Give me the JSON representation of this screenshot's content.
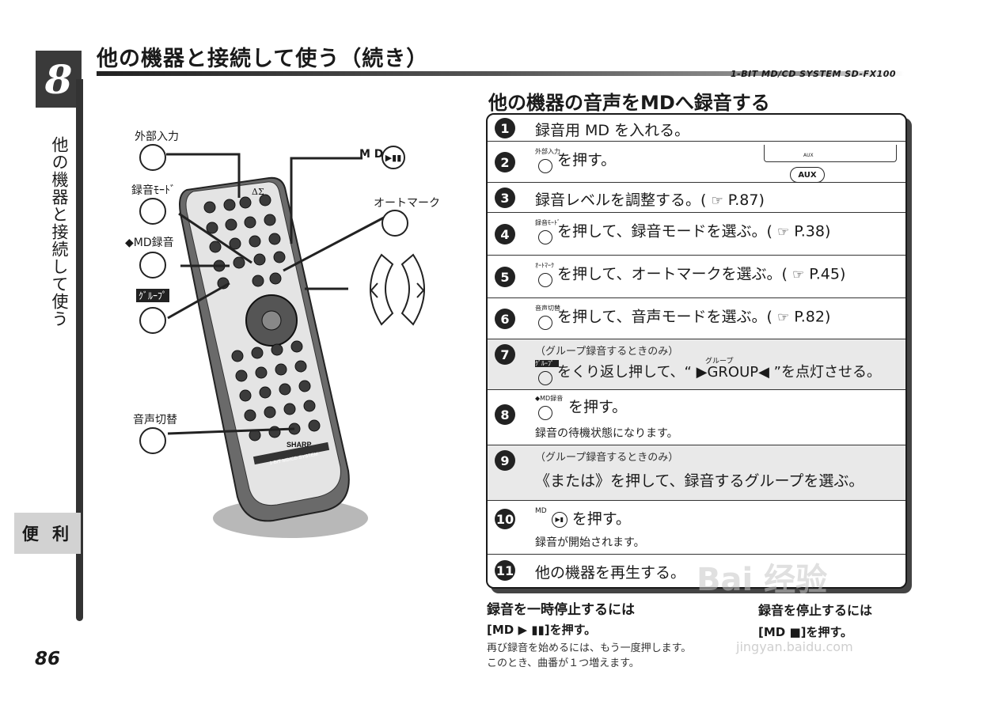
{
  "chapter": {
    "number": "8",
    "side_title": "他の機器と接続して使う",
    "tab": "便 利"
  },
  "page_title": "他の機器と接続して使う（続き）",
  "model": "1-BIT MD/CD SYSTEM  SD-FX100",
  "section_title": "他の機器の音声をMDへ録音する",
  "remote": {
    "labels": {
      "external_input": "外部入力",
      "md_play": "M D",
      "rec_mode": "録音ﾓｰﾄﾞ",
      "auto_mark": "オートマーク",
      "md_rec": "◆MD録音",
      "group": "ｸﾞﾙｰﾌﾟ",
      "audio_switch": "音声切替"
    },
    "brand": "SHARP",
    "strip": "1-BIT MD/CD SYSTEM",
    "logo": "ΔΣ"
  },
  "steps": [
    {
      "num": "1",
      "text": "録音用 MD を入れる。"
    },
    {
      "num": "2",
      "key": "外部入力",
      "text": "を押す。",
      "display_label": "AUX",
      "display_small": "AUX"
    },
    {
      "num": "3",
      "text": "録音レベルを調整する。(",
      "ref": "P.87)"
    },
    {
      "num": "4",
      "key": "録音ﾓｰﾄﾞ",
      "text": "を押して、録音モードを選ぶ。(",
      "ref": "P.38)"
    },
    {
      "num": "5",
      "key": "ｵｰﾄﾏｰｸ",
      "text": "を押して、オートマークを選ぶ。(",
      "ref": "P.45)"
    },
    {
      "num": "6",
      "key": "音声切替",
      "text": "を押して、音声モードを選ぶ。(",
      "ref": "P.82)"
    },
    {
      "num": "7",
      "note": "（グループ録音するときのみ）",
      "key": "ｸﾞﾙｰﾌﾟ",
      "small_label": "グループ",
      "text": "をくり返し押して、“ ▶GROUP◀ ”を点灯させる。"
    },
    {
      "num": "8",
      "key": "◆MD録音",
      "text": "を押す。",
      "sub": "録音の待機状態になります。"
    },
    {
      "num": "9",
      "note": "（グループ録音するときのみ）",
      "text": "《または》を押して、録音するグループを選ぶ。"
    },
    {
      "num": "10",
      "key": "MD",
      "text": "を押す。",
      "sub": "録音が開始されます。"
    },
    {
      "num": "11",
      "text": "他の機器を再生する。"
    }
  ],
  "footnotes": {
    "pause_title": "録音を一時停止するには",
    "pause_line": "[MD ▶ ▮▮]を押す。",
    "pause_small_1": "再び録音を始めるには、もう一度押します。",
    "pause_small_2": "このとき、曲番が１つ増えます。",
    "stop_title": "録音を停止するには",
    "stop_line": "[MD ■]を押す。"
  },
  "page_number": "86",
  "watermark": {
    "text": "Bai 经验",
    "url": "jingyan.baidu.com"
  }
}
